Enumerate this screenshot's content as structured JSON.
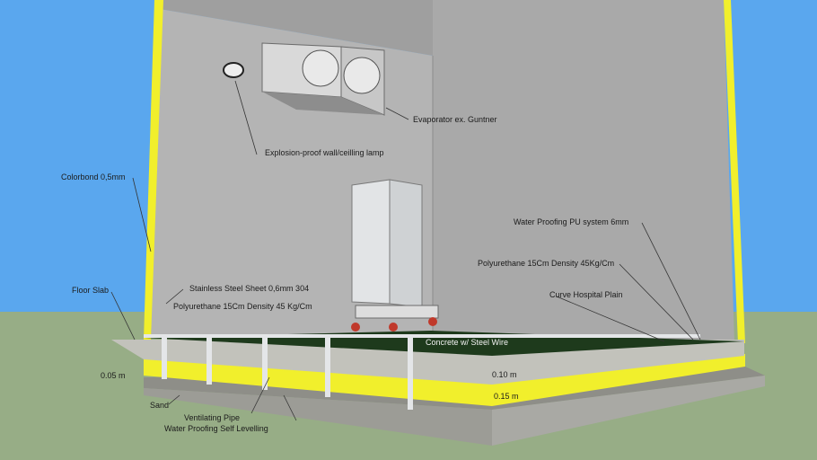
{
  "colors": {
    "sky": "#5aa7ee",
    "grass": "#97ad86",
    "wall": "#a9a9a9",
    "insulation": "#f1ef2c",
    "epoxy_floor": "#1e3a1c",
    "concrete": "#c2c2bb",
    "pipe": "#e4e6e8",
    "leader_line": "#333333"
  },
  "labels": {
    "evaporator": "Evaporator ex. Guntner",
    "lamp": "Explosion-proof wall/ceilling lamp",
    "colorbond": "Colorbond 0,5mm",
    "waterproof_pu": "Water Proofing PU system 6mm",
    "pu_right": "Polyurethane 15Cm Density 45Kg/Cm",
    "curve": "Curve Hospital Plain",
    "stainless": "Stainless Steel Sheet 0,6mm 304",
    "pu_left": "Polyurethane 15Cm Density 45 Kg/Cm",
    "floor_slab": "Floor Slab",
    "concrete": "Concrete w/ Steel Wire",
    "dim_005": "0.05 m",
    "dim_010": "0.10 m",
    "dim_015": "0.15 m",
    "sand": "Sand",
    "vent_pipe": "Ventilating Pipe",
    "self_level": "Water Proofing Self Levelling"
  }
}
